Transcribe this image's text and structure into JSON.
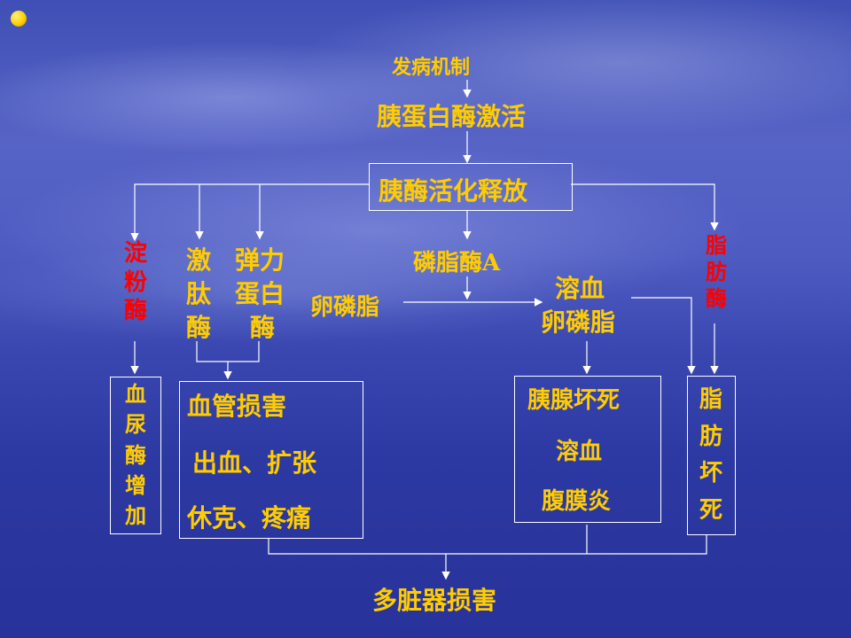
{
  "slide": {
    "title": "发病机制",
    "trigger": "胰蛋白酶激活",
    "central": "胰酶活化释放",
    "enzymes": {
      "amylase": "淀粉酶",
      "elastase_left": [
        "激",
        "肽",
        "酶"
      ],
      "elastase_right": [
        "弹力",
        "蛋白",
        "酶"
      ],
      "phospholipase": "磷脂酶A",
      "lipase": "脂肪酶"
    },
    "lecithin": "卵磷脂",
    "lysolecithin_1": "溶血",
    "lysolecithin_2": "卵磷脂",
    "outcomes": {
      "serum_urine": "血尿酶增加",
      "vascular": [
        "血管损害",
        "出血、扩张",
        "休克、疼痛"
      ],
      "pancreas": [
        "胰腺坏死",
        "溶血",
        "腹膜炎"
      ],
      "fat": "脂肪坏死"
    },
    "final": "多脏器损害"
  },
  "colors": {
    "label": "#ffcc00",
    "emphasis": "#ff0000",
    "lines": "#ffffff",
    "bullet": "#ffd000"
  }
}
